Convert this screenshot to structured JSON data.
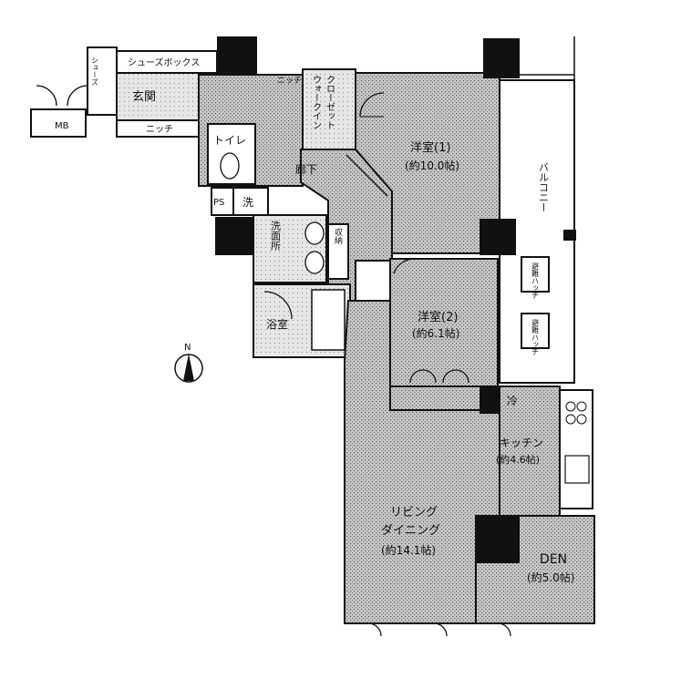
{
  "rooms": {
    "bedroom1": {
      "name": "洋室(1)",
      "area": "(約10.0帖)"
    },
    "bedroom2": {
      "name": "洋室(2)",
      "area": "(約6.1帖)"
    },
    "living": {
      "line1": "リビング",
      "line2": "ダイニング",
      "area": "(約14.1帖)"
    },
    "kitchen": {
      "name": "キッチン",
      "area": "(約4.6帖)"
    },
    "den": {
      "name": "DEN",
      "area": "(約5.0帖)"
    },
    "entrance": {
      "name": "玄関"
    },
    "toilet": {
      "name": "トイレ"
    },
    "washroom": {
      "name": "洗面所"
    },
    "bathroom": {
      "name": "浴室"
    },
    "corridor": {
      "name": "廊下"
    },
    "walkin_closet": {
      "line1": "ウォークイン",
      "line2": "クローゼット"
    },
    "balcony": {
      "name": "バルコニー"
    }
  },
  "fixtures": {
    "shoe_box": "シューズボックス",
    "niche_top": "ニッチ",
    "niche_bottom": "ニッチ",
    "shelf": "シューズ",
    "mb": "MB",
    "ps": "PS",
    "washer": "洗",
    "fridge": "冷",
    "storage": "収納",
    "hatch1": "避難ハッチ",
    "hatch2": "避難ハッチ"
  },
  "compass": {
    "label": "N"
  }
}
